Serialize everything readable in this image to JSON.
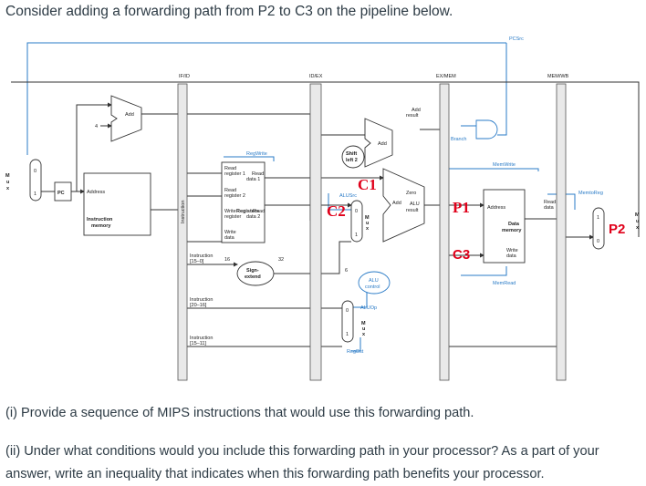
{
  "title": "Consider adding a forwarding path from P2 to C3 on the pipeline below.",
  "questions": {
    "q1": "(i) Provide a sequence of MIPS instructions that would use this forwarding path.",
    "q2": "(ii) Under what conditions would you include this forwarding path in your processor? As a part of your answer, write an inequality that indicates when this forwarding path benefits your processor."
  },
  "diagram": {
    "stages": {
      "if_id": "IF/ID",
      "id_ex": "ID/EX",
      "ex_mem": "EX/MEM",
      "mem_wb": "MEM/WB"
    },
    "control": {
      "pcsrc": "PCSrc",
      "regwrite": "RegWrite",
      "branch": "Branch",
      "memwrite": "MemWrite",
      "memtoreg": "MemtoReg",
      "alusrc": "ALUSrc",
      "memread": "MemRead",
      "aluop": "ALUOp",
      "regdst": "RegDst"
    },
    "labels": {
      "pc": "PC",
      "add": "Add",
      "four": "4",
      "address": "Address",
      "instr_mem_1": "Instruction",
      "instr_mem_2": "memory",
      "instruction_vert": "Instruction",
      "read_reg1_a": "Read",
      "read_reg1_b": "register 1",
      "read_reg2_a": "Read",
      "read_reg2_b": "register 2",
      "write_reg_a": "Write",
      "write_reg_b": "register",
      "write_data_a": "Write",
      "write_data_b": "data",
      "registers": "Registers",
      "read_data1_a": "Read",
      "read_data1_b": "data 1",
      "read_data2_a": "Read",
      "read_data2_b": "data 2",
      "shift_a": "Shift",
      "shift_b": "left 2",
      "add_result_a": "Add",
      "add_result_b": "result",
      "zero": "Zero",
      "alu": "ALU",
      "alu_result": "result",
      "alu_control_a": "ALU",
      "alu_control_b": "control",
      "sign_a": "Sign-",
      "sign_b": "extend",
      "n16": "16",
      "n32": "32",
      "n6": "6",
      "instr_15_0_a": "Instruction",
      "instr_15_0_b": "[15–0]",
      "instr_20_16_a": "Instruction",
      "instr_20_16_b": "[20–16]",
      "instr_15_11_a": "Instruction",
      "instr_15_11_b": "[15–11]",
      "data_mem_a": "Data",
      "data_mem_b": "memory",
      "dm_address": "Address",
      "read_data_a": "Read",
      "read_data_b": "data",
      "dm_write_a": "Write",
      "dm_write_b": "data",
      "mux0": "0",
      "mux1": "1",
      "mux_m": "M",
      "mux_u": "u",
      "mux_x": "x"
    },
    "markers": {
      "c1": "C1",
      "c2": "C2",
      "c3": "C3",
      "p1": "P1",
      "p2": "P2"
    },
    "colors": {
      "wire": "#333333",
      "control": "#2a7bc7",
      "marker": "#e0001a",
      "latch": "#e9e9e9"
    }
  }
}
